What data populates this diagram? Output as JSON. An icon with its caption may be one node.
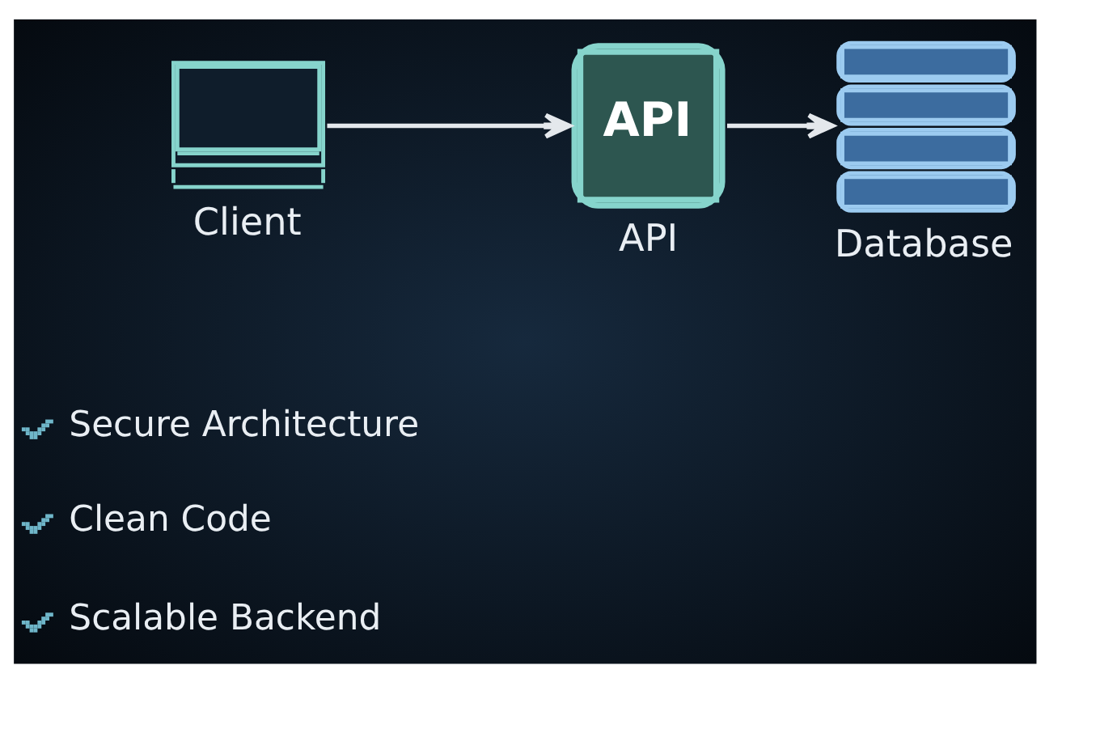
{
  "diagram": {
    "nodes": [
      {
        "text": [
          "Client"
        ]
      },
      {
        "text": [
          "API",
          "API"
        ]
      },
      {
        "text": [
          "Database"
        ]
      }
    ],
    "edges": [
      {
        "from": 0,
        "to": 1,
        "arrow": "to"
      },
      {
        "from": 1,
        "to": 2,
        "arrow": "to"
      }
    ],
    "labels": [
      "Secure Architecture",
      "Clean Code",
      "Scalable Backend"
    ]
  }
}
